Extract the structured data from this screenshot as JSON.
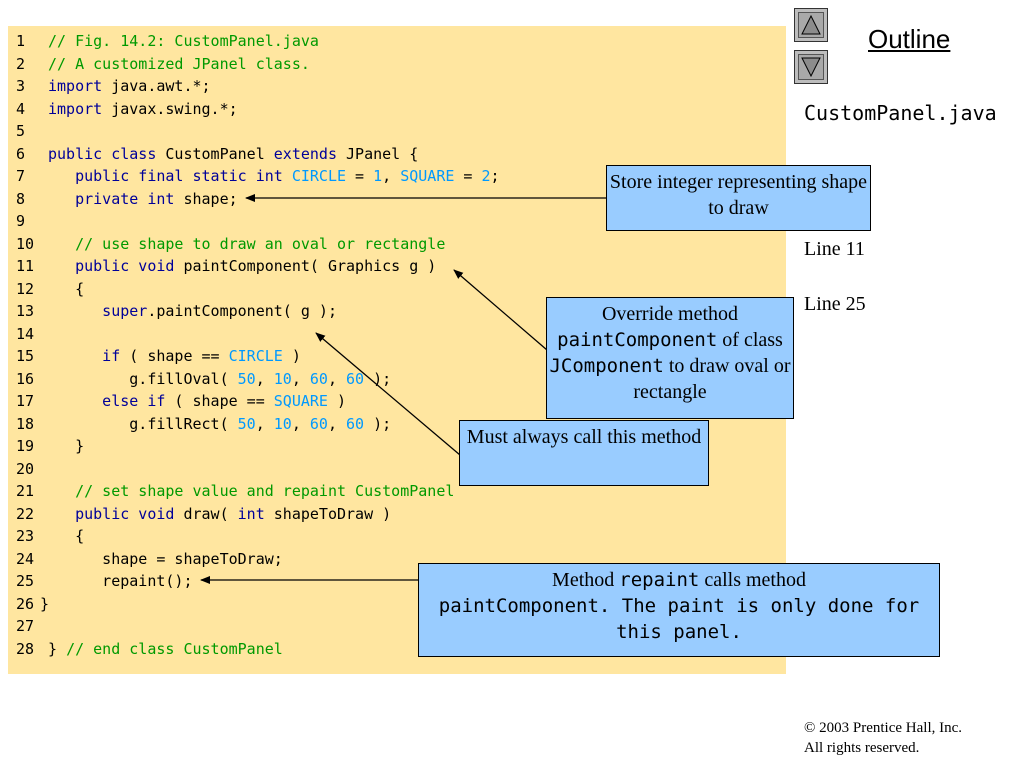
{
  "code": {
    "lines": [
      {
        "n": "1",
        "tokens": [
          {
            "t": "// Fig. 14.2: CustomPanel.java",
            "c": "cmt"
          }
        ]
      },
      {
        "n": "2",
        "tokens": [
          {
            "t": "// A customized JPanel class.",
            "c": "cmt"
          }
        ]
      },
      {
        "n": "3",
        "tokens": [
          {
            "t": "import",
            "c": "kw"
          },
          {
            "t": " java.awt.*;",
            "c": "plain"
          }
        ]
      },
      {
        "n": "4",
        "tokens": [
          {
            "t": "import",
            "c": "kw"
          },
          {
            "t": " javax.swing.*;",
            "c": "plain"
          }
        ]
      },
      {
        "n": "5",
        "tokens": []
      },
      {
        "n": "6",
        "tokens": [
          {
            "t": "public class",
            "c": "kw"
          },
          {
            "t": " CustomPanel ",
            "c": "plain"
          },
          {
            "t": "extends",
            "c": "kw"
          },
          {
            "t": " JPanel {",
            "c": "plain"
          }
        ]
      },
      {
        "n": "7",
        "tokens": [
          {
            "t": "   public final static int",
            "c": "kw"
          },
          {
            "t": " ",
            "c": "plain"
          },
          {
            "t": "CIRCLE",
            "c": "lit"
          },
          {
            "t": " = ",
            "c": "plain"
          },
          {
            "t": "1",
            "c": "lit"
          },
          {
            "t": ", ",
            "c": "plain"
          },
          {
            "t": "SQUARE",
            "c": "lit"
          },
          {
            "t": " = ",
            "c": "plain"
          },
          {
            "t": "2",
            "c": "lit"
          },
          {
            "t": ";",
            "c": "plain"
          }
        ]
      },
      {
        "n": "8",
        "tokens": [
          {
            "t": "   private int",
            "c": "kw"
          },
          {
            "t": " shape;",
            "c": "plain"
          }
        ]
      },
      {
        "n": "9",
        "tokens": []
      },
      {
        "n": "10",
        "tokens": [
          {
            "t": "   // use shape to draw an oval or rectangle",
            "c": "cmt"
          }
        ]
      },
      {
        "n": "11",
        "tokens": [
          {
            "t": "   public void",
            "c": "kw"
          },
          {
            "t": " paintComponent( Graphics g )",
            "c": "plain"
          }
        ]
      },
      {
        "n": "12",
        "tokens": [
          {
            "t": "   {",
            "c": "plain"
          }
        ]
      },
      {
        "n": "13",
        "tokens": [
          {
            "t": "      super",
            "c": "kw"
          },
          {
            "t": ".paintComponent( g );",
            "c": "plain"
          }
        ]
      },
      {
        "n": "14",
        "tokens": []
      },
      {
        "n": "15",
        "tokens": [
          {
            "t": "      if",
            "c": "kw"
          },
          {
            "t": " ( shape == ",
            "c": "plain"
          },
          {
            "t": "CIRCLE",
            "c": "lit"
          },
          {
            "t": " )",
            "c": "plain"
          }
        ]
      },
      {
        "n": "16",
        "tokens": [
          {
            "t": "         g.fillOval( ",
            "c": "plain"
          },
          {
            "t": "50",
            "c": "lit"
          },
          {
            "t": ", ",
            "c": "plain"
          },
          {
            "t": "10",
            "c": "lit"
          },
          {
            "t": ", ",
            "c": "plain"
          },
          {
            "t": "60",
            "c": "lit"
          },
          {
            "t": ", ",
            "c": "plain"
          },
          {
            "t": "60",
            "c": "lit"
          },
          {
            "t": " );",
            "c": "plain"
          }
        ]
      },
      {
        "n": "17",
        "tokens": [
          {
            "t": "      else if",
            "c": "kw"
          },
          {
            "t": " ( shape == ",
            "c": "plain"
          },
          {
            "t": "SQUARE",
            "c": "lit"
          },
          {
            "t": " )",
            "c": "plain"
          }
        ]
      },
      {
        "n": "18",
        "tokens": [
          {
            "t": "         g.fillRect( ",
            "c": "plain"
          },
          {
            "t": "50",
            "c": "lit"
          },
          {
            "t": ", ",
            "c": "plain"
          },
          {
            "t": "10",
            "c": "lit"
          },
          {
            "t": ", ",
            "c": "plain"
          },
          {
            "t": "60",
            "c": "lit"
          },
          {
            "t": ", ",
            "c": "plain"
          },
          {
            "t": "60",
            "c": "lit"
          },
          {
            "t": " );",
            "c": "plain"
          }
        ]
      },
      {
        "n": "19",
        "tokens": [
          {
            "t": "   }",
            "c": "plain"
          }
        ]
      },
      {
        "n": "20",
        "tokens": []
      },
      {
        "n": "21",
        "tokens": [
          {
            "t": "   // set shape value and repaint CustomPanel",
            "c": "cmt"
          }
        ]
      },
      {
        "n": "22",
        "tokens": [
          {
            "t": "   public void",
            "c": "kw"
          },
          {
            "t": " draw( ",
            "c": "plain"
          },
          {
            "t": "int",
            "c": "kw"
          },
          {
            "t": " shapeToDraw )",
            "c": "plain"
          }
        ]
      },
      {
        "n": "23",
        "tokens": [
          {
            "t": "   {",
            "c": "plain"
          }
        ]
      },
      {
        "n": "24",
        "tokens": [
          {
            "t": "      shape = shapeToDraw;",
            "c": "plain"
          }
        ]
      },
      {
        "n": "25",
        "tokens": [
          {
            "t": "      repaint();",
            "c": "plain"
          }
        ]
      },
      {
        "n": "26",
        "tight": true,
        "tokens": [
          {
            "t": "}",
            "c": "plain"
          }
        ]
      },
      {
        "n": "27",
        "tokens": []
      },
      {
        "n": "28",
        "tokens": [
          {
            "t": "} ",
            "c": "plain"
          },
          {
            "t": "// end class CustomPanel",
            "c": "cmt"
          }
        ]
      }
    ]
  },
  "nav": {
    "up_icon": "triangle-up-icon",
    "down_icon": "triangle-down-icon"
  },
  "sidebar": {
    "outline_title": "Outline",
    "file_name": "CustomPanel.java",
    "line_refs": [
      "Line 11",
      "Line 25"
    ]
  },
  "callouts": {
    "store": {
      "text": "Store integer representing shape to draw"
    },
    "override": {
      "p1": "Override method ",
      "m1": "paintComponent",
      "p2": " of class ",
      "m2": "JComponent",
      "p3": " to draw oval or rectangle"
    },
    "must": {
      "text": "Must always call this method"
    },
    "repaint": {
      "p1": "Method ",
      "m1": "repaint",
      "p2": " calls method ",
      "m2": "paintComponent. The paint is only done for this panel."
    }
  },
  "copyright": {
    "line1": "© 2003 Prentice Hall, Inc.",
    "line2": "All rights reserved."
  },
  "colors": {
    "code_bg": "#ffe6a0",
    "callout_bg": "#99ccff",
    "comment": "#009900",
    "keyword": "#000099",
    "literal": "#0099ff"
  }
}
